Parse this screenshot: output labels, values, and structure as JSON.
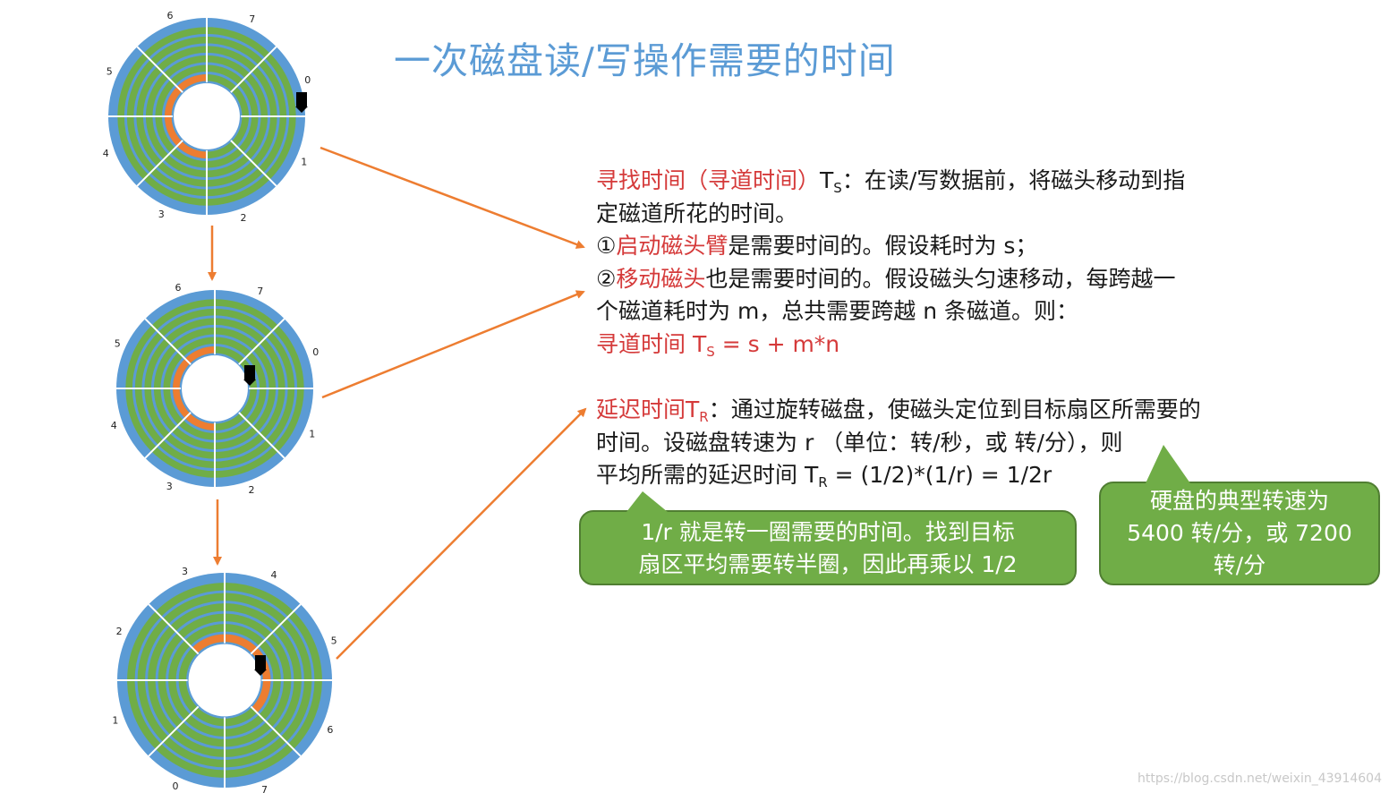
{
  "title": "一次磁盘读/写操作需要的时间",
  "seek_section": {
    "line1_label": "寻找时间（寻道时间）",
    "line1_symbol": "T",
    "line1_sub": "S",
    "line1_text": "：在读/写数据前，将磁头移动到指",
    "line2": "定磁道所花的时间。",
    "item1_prefix": "①",
    "item1_highlight": "启动磁头臂",
    "item1_text": "是需要时间的。假设耗时为 s；",
    "item2_prefix": "②",
    "item2_highlight": "移动磁头",
    "item2_text": "也是需要时间的。假设磁头匀速移动，每跨越一",
    "line5": "个磁道耗时为 m，总共需要跨越 n 条磁道。则：",
    "formula_label": "寻道时间 T",
    "formula_sub": "S",
    "formula_text": " = s + m*n"
  },
  "delay_section": {
    "label": "延迟时间T",
    "label_sub": "R",
    "line1_text": "：通过旋转磁盘，使磁头定位到目标扇区所需要的",
    "line2": "时间。设磁盘转速为 r （单位：转/秒，或 转/分），则",
    "line3_text": "平均所需的延迟时间 T",
    "line3_sub": "R",
    "line3_formula": " = (1/2)*(1/r) = 1/2r"
  },
  "callouts": {
    "left_line1": "1/r 就是转一圈需要的时间。找到目标",
    "left_line2": "扇区平均需要转半圈，因此再乘以 1/2",
    "right_line1": "硬盘的典型转速为",
    "right_line2": "5400 转/分，或 7200",
    "right_line3": "转/分"
  },
  "colors": {
    "title": "#5b9bd5",
    "highlight": "#d53a3a",
    "disk_outer": "#5b9bd5",
    "disk_track": "#70ad47",
    "target_sector": "#ed7d31",
    "arrow": "#ed7d31",
    "callout": "#70ad47"
  },
  "disks": [
    {
      "name": "disk-initial",
      "sector_labels": [
        "0",
        "1",
        "2",
        "3",
        "4",
        "5",
        "6",
        "7"
      ],
      "rotation_deg": 0
    },
    {
      "name": "disk-seek",
      "sector_labels": [
        "0",
        "1",
        "2",
        "3",
        "4",
        "5",
        "6",
        "7"
      ],
      "rotation_deg": 0
    },
    {
      "name": "disk-rotated",
      "sector_labels": [
        "0",
        "1",
        "2",
        "3",
        "4",
        "5",
        "6",
        "7"
      ],
      "rotation_deg": 135
    }
  ],
  "watermark": "https://blog.csdn.net/weixin_43914604"
}
